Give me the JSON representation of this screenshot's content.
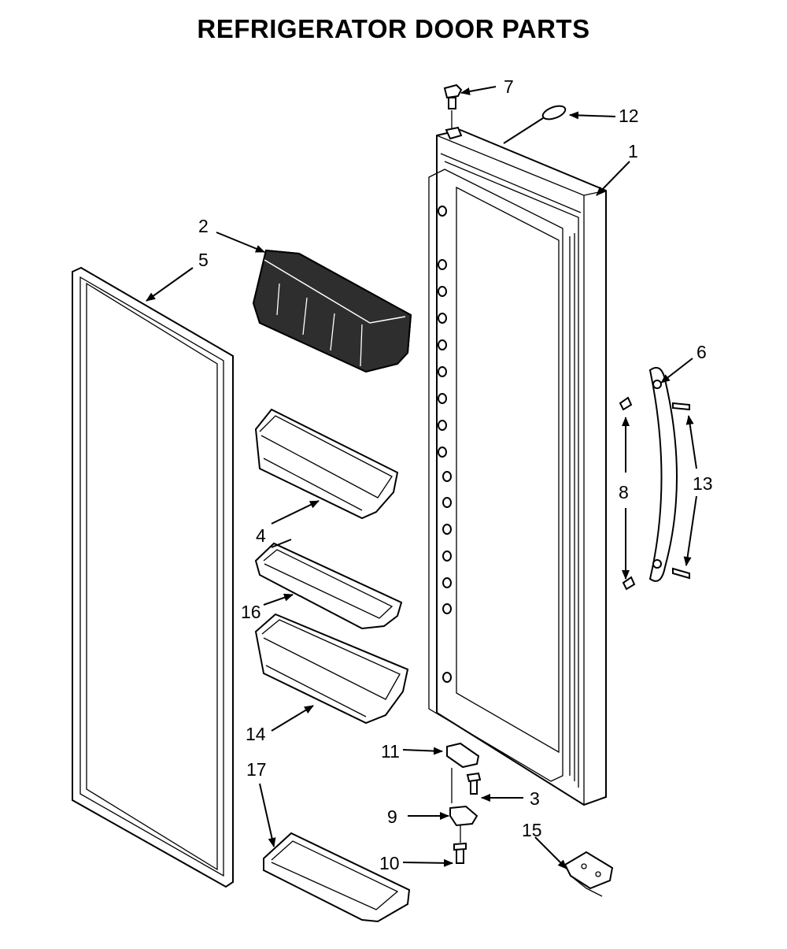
{
  "title": "REFRIGERATOR DOOR PARTS",
  "callouts": [
    "1",
    "2",
    "3",
    "4",
    "5",
    "6",
    "7",
    "8",
    "9",
    "10",
    "11",
    "12",
    "13",
    "14",
    "15",
    "16",
    "17"
  ]
}
